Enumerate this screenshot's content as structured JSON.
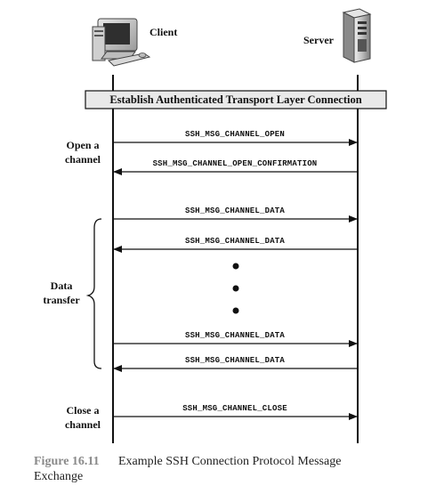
{
  "actors": {
    "client": "Client",
    "server": "Server"
  },
  "banner": "Establish Authenticated Transport Layer Connection",
  "phases": {
    "open": [
      "Open a",
      "channel"
    ],
    "data": [
      "Data",
      "transfer"
    ],
    "close": [
      "Close a",
      "channel"
    ]
  },
  "messages": [
    {
      "label": "SSH_MSG_CHANNEL_OPEN",
      "direction": "client-to-server"
    },
    {
      "label": "SSH_MSG_CHANNEL_OPEN_CONFIRMATION",
      "direction": "server-to-client"
    },
    {
      "label": "SSH_MSG_CHANNEL_DATA",
      "direction": "client-to-server"
    },
    {
      "label": "SSH_MSG_CHANNEL_DATA",
      "direction": "server-to-client"
    },
    {
      "label": "SSH_MSG_CHANNEL_DATA",
      "direction": "client-to-server"
    },
    {
      "label": "SSH_MSG_CHANNEL_DATA",
      "direction": "server-to-client"
    },
    {
      "label": "SSH_MSG_CHANNEL_CLOSE",
      "direction": "client-to-server"
    }
  ],
  "caption": {
    "number": "Figure 16.11",
    "title_line1": "Example SSH Connection Protocol Message",
    "title_line2": "Exchange"
  }
}
